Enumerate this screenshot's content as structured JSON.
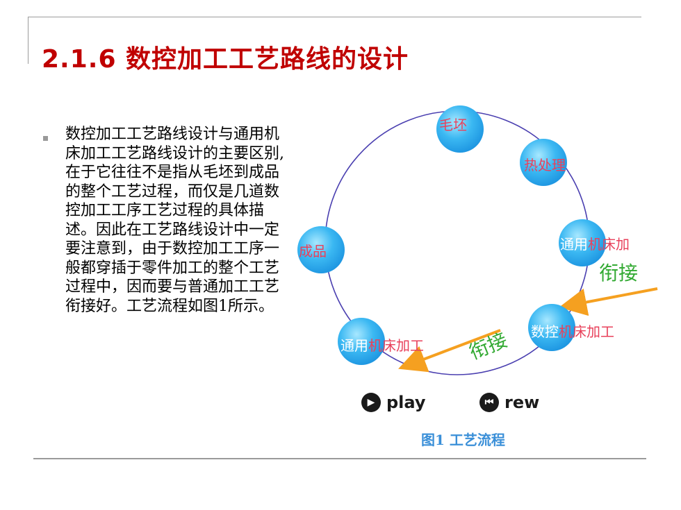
{
  "slide": {
    "title": "2.1.6 数控加工工艺路线的设计",
    "bullet_text": "数控加工工艺路线设计与通用机床加工工艺路线设计的主要区别,在于它往往不是指从毛坯到成品的整个工艺过程，而仅是几道数控加工工序工艺过程的具体描述。因此在工艺路线设计中一定要注意到，由于数控加工工序一般都穿插于零件加工的整个工艺过程中，因而要与普通加工工艺衔接好。工艺流程如图1所示。"
  },
  "diagram": {
    "nodes": {
      "blank": "毛坯",
      "heat": "热处理",
      "general1_white": "通用",
      "general1_rest": "机床加",
      "cnc_white": "数控",
      "cnc_rest": "机床加工",
      "general2_white": "通用",
      "general2_rest": "机床加工",
      "product": "成品"
    },
    "junction_right": "衔接",
    "junction_bottom": "衔接",
    "controls": {
      "play": "play",
      "rew": "rew"
    },
    "caption": "图1  工艺流程",
    "colors": {
      "circle": "#4a3fb0",
      "arrow": "#f5a020",
      "node": "#1a9aea",
      "label": "#e8415b",
      "junction": "#33aa33"
    }
  }
}
